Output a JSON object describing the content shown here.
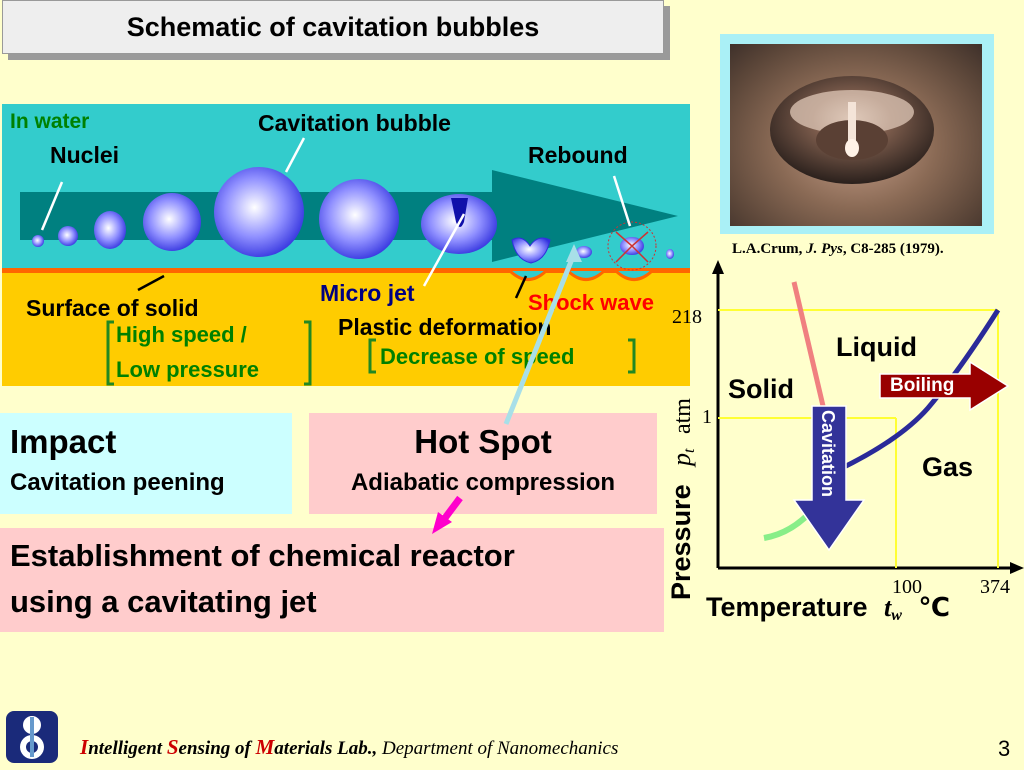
{
  "title": "Schematic of cavitation bubbles",
  "diagram": {
    "in_water": "In water",
    "cavitation_bubble": "Cavitation bubble",
    "nuclei": "Nuclei",
    "rebound": "Rebound",
    "micro_jet": "Micro jet",
    "shock_wave": "Shock wave",
    "surface_of_solid": "Surface of solid",
    "high_speed": "High speed /",
    "low_pressure": "Low pressure",
    "plastic_deformation": "Plastic deformation",
    "decrease_of_speed": "Decrease of speed"
  },
  "photo_citation": {
    "author": "L.A.Crum, ",
    "journal": "J. Pys",
    "ref": ", C8-285 (1979)."
  },
  "impact_box": {
    "heading": "Impact",
    "sub": "Cavitation peening"
  },
  "hotspot_box": {
    "heading": "Hot Spot",
    "sub": "Adiabatic compression"
  },
  "establishment_box": {
    "line1": "Establishment of chemical reactor",
    "line2": "using a cavitating jet"
  },
  "phase_diagram": {
    "tick_218": "218",
    "tick_1": "1",
    "tick_100": "100",
    "tick_374": "374",
    "ylabel_pressure": "Pressure",
    "ylabel_pt": "p",
    "ylabel_pt_sub": "t",
    "ylabel_unit": "atm",
    "xlabel_temperature": "Temperature",
    "xlabel_tw": "t",
    "xlabel_tw_sub": "w",
    "xlabel_unit": "℃",
    "liquid": "Liquid",
    "solid": "Solid",
    "gas": "Gas",
    "boiling": "Boiling",
    "cavitation": "Cavitation"
  },
  "footer": {
    "i_cap": "I",
    "i_rest": "ntelligent ",
    "s_cap": "S",
    "s_rest": "ensing of ",
    "m_cap": "M",
    "m_rest": "aterials Lab.,",
    "dept": " Department of Nanomechanics"
  },
  "page_number": "3"
}
